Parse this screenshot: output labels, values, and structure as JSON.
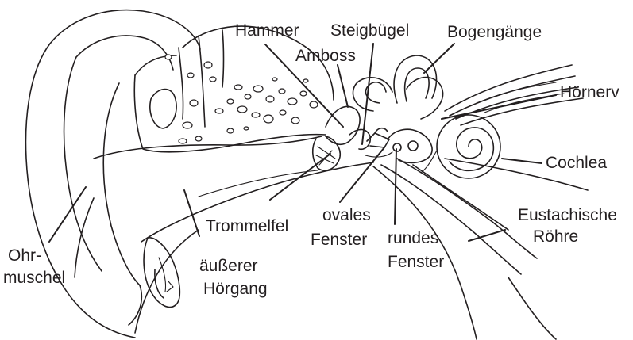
{
  "labels": {
    "hammer": "Hammer",
    "steigbuegel": "Steigbügel",
    "bogengaenge": "Bogengänge",
    "amboss": "Amboss",
    "hoernerv": "Hörnerv",
    "cochlea": "Cochlea",
    "trommelfel": "Trommelfel",
    "ovales_line1": "ovales",
    "ovales_line2": "Fenster",
    "eustachische_line1": "Eustachische",
    "eustachische_line2": "Röhre",
    "rundes_line1": "rundes",
    "rundes_line2": "Fenster",
    "ohr_line1": "Ohr-",
    "ohr_line2": "muschel",
    "aeusserer_line1": "äußerer",
    "aeusserer_line2": "Hörgang"
  },
  "colors": {
    "ink": "#231f20",
    "background": "#ffffff"
  }
}
